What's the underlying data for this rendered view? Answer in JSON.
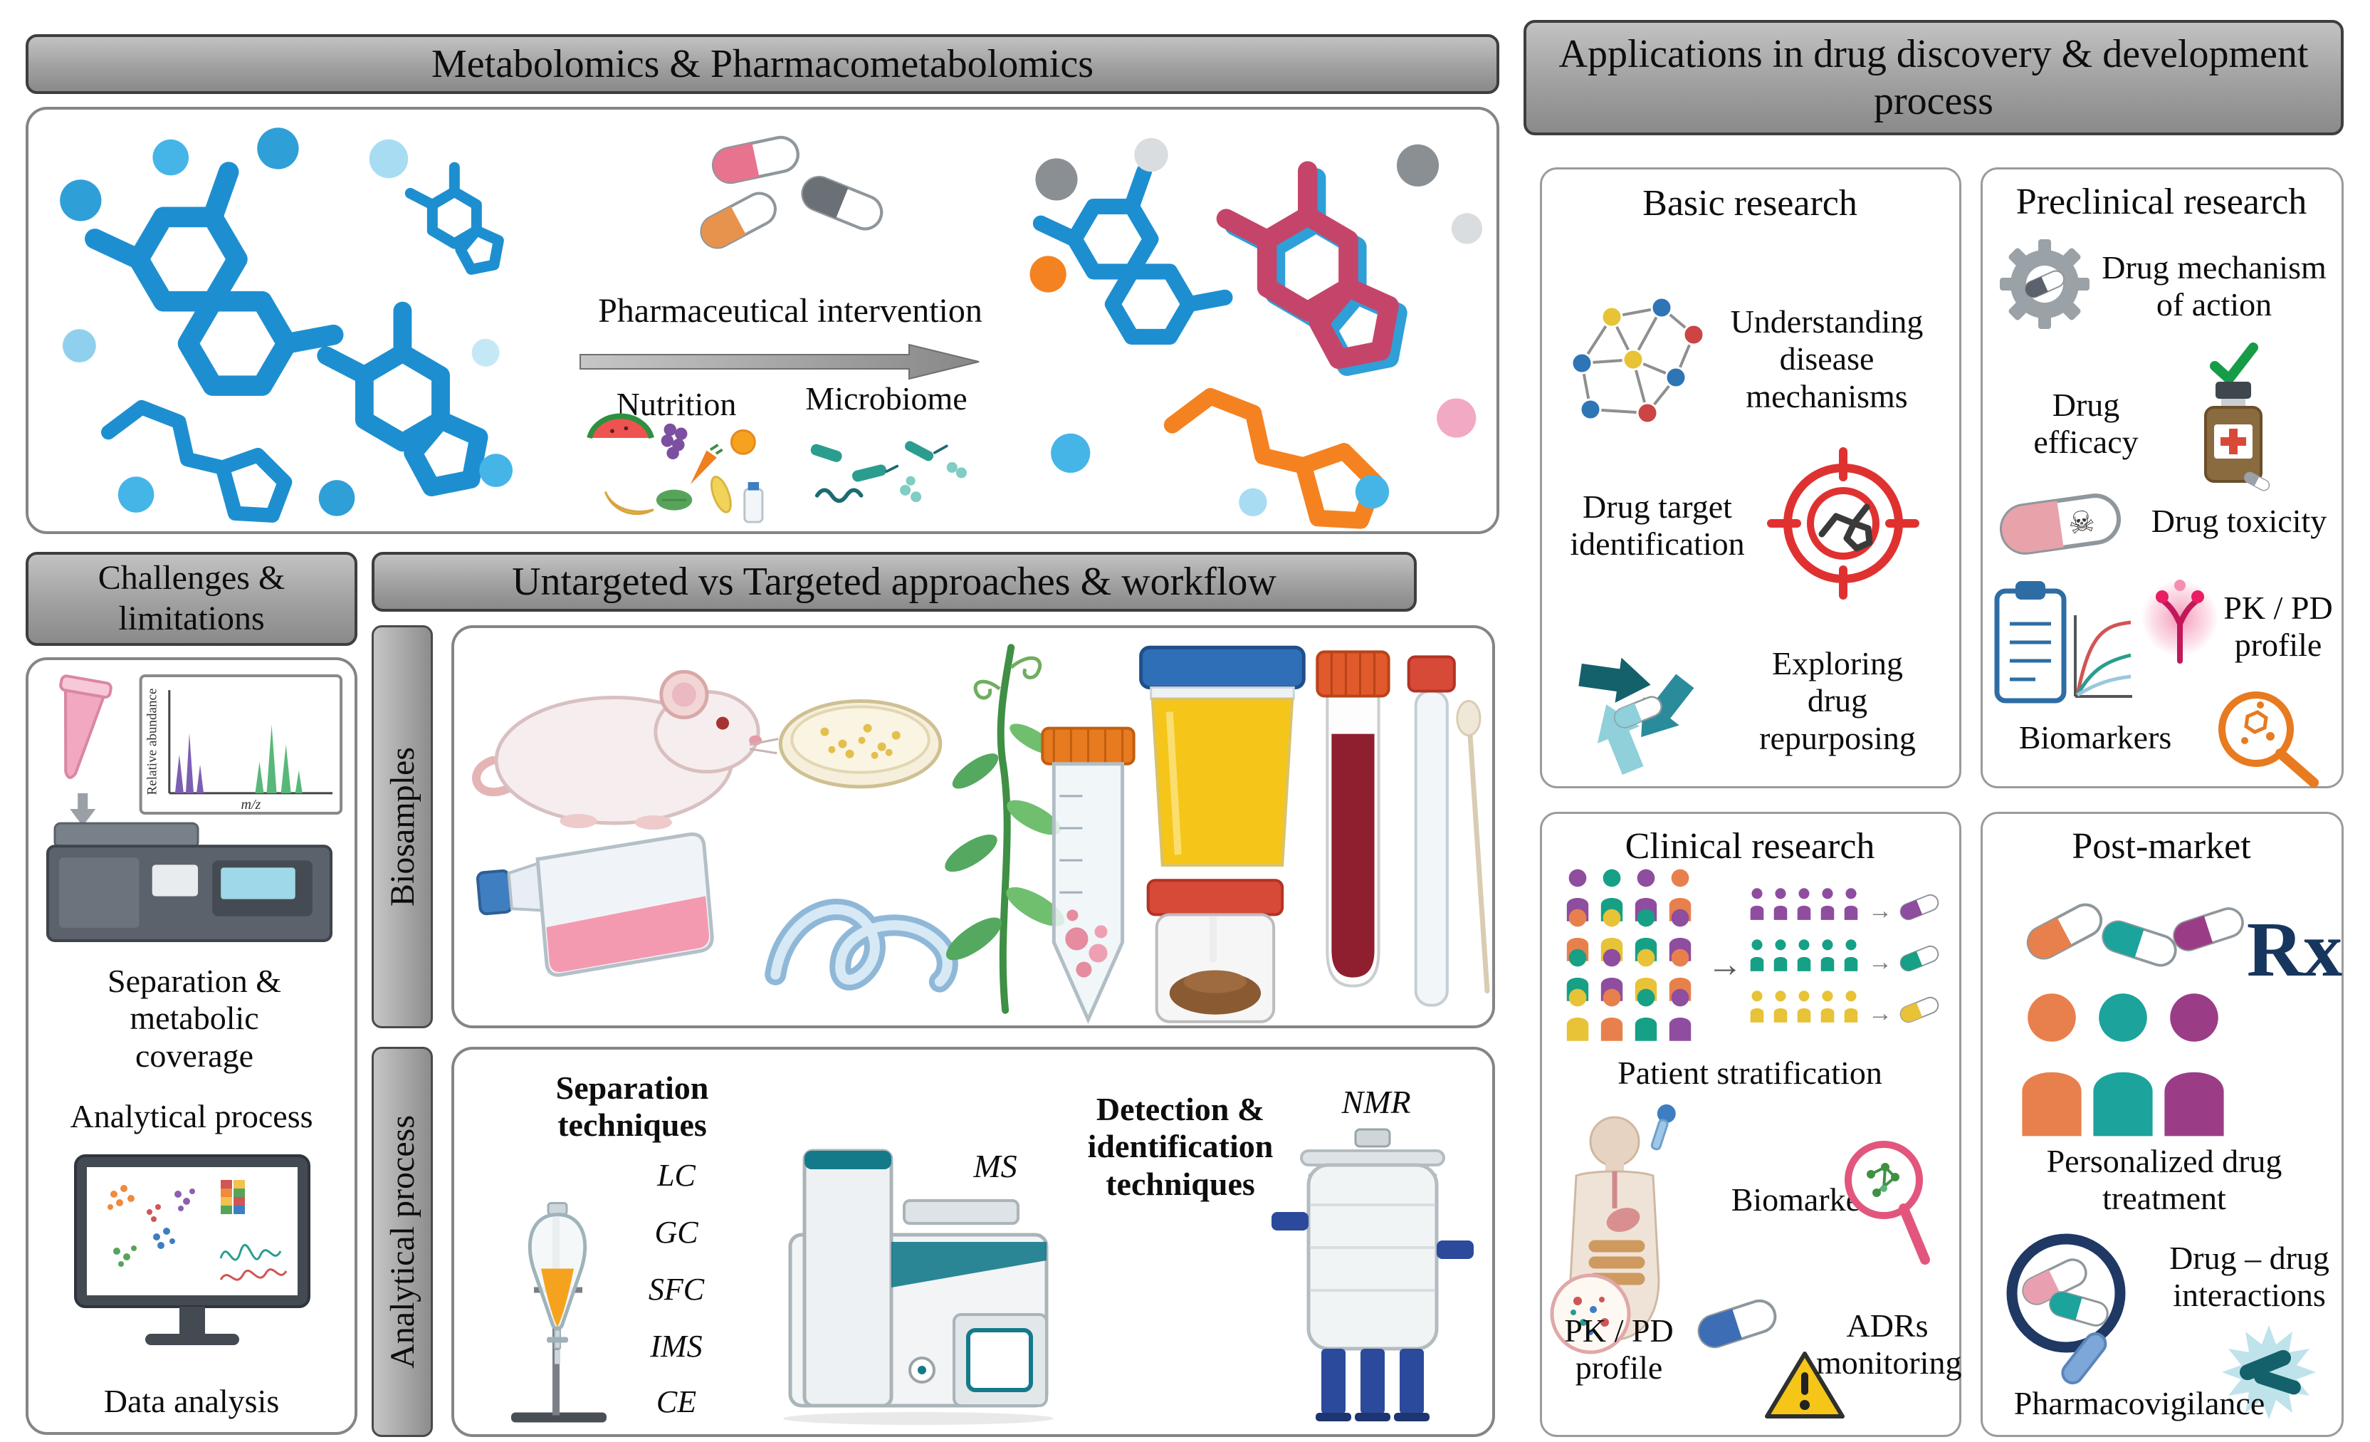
{
  "headers": {
    "metabolomics": "Metabolomics & Pharmacometabolomics",
    "applications": "Applications in drug discovery & development process",
    "challenges": "Challenges & limitations",
    "workflow": "Untargeted vs Targeted approaches & workflow"
  },
  "intro": {
    "intervention": "Pharmaceutical intervention",
    "nutrition": "Nutrition",
    "microbiome": "Microbiome"
  },
  "challenges": {
    "chart_ylabel": "Relative abundance",
    "chart_xlabel": "m/z",
    "separation": "Separation & metabolic coverage",
    "analytical": "Analytical process",
    "data_analysis": "Data analysis"
  },
  "workflow": {
    "biosamples": "Biosamples",
    "analytical": "Analytical process",
    "separation_title": "Separation techniques",
    "separation_items": [
      "LC",
      "GC",
      "SFC",
      "IMS",
      "CE"
    ],
    "ms": "MS",
    "detection_title": "Detection & identification techniques",
    "nmr": "NMR"
  },
  "applications": {
    "basic": {
      "title": "Basic research",
      "item1": "Understanding disease mechanisms",
      "item2": "Drug target identification",
      "item3": "Exploring drug repurposing"
    },
    "preclinical": {
      "title": "Preclinical research",
      "item1": "Drug mechanism of action",
      "item2": "Drug efficacy",
      "item3": "Drug toxicity",
      "item4": "PK / PD profile",
      "item5": "Biomarkers"
    },
    "clinical": {
      "title": "Clinical research",
      "item1": "Patient stratification",
      "item2": "Biomarkers",
      "item3": "PK / PD profile",
      "item4": "ADRs monitoring"
    },
    "postmarket": {
      "title": "Post-market",
      "rx": "Rx",
      "item1": "Personalized drug treatment",
      "item2": "Drug – drug interactions",
      "item3": "Pharmacovigilance"
    }
  },
  "icons": {
    "arrow_right": "→",
    "skull": "☠"
  },
  "colors": {
    "header_gray": "#9e9e9e",
    "panel_border": "#858585",
    "molecule_blue": "#1d8fd1",
    "molecule_red": "#c5456a",
    "molecule_orange": "#f58220",
    "accent_teal": "#16a085",
    "accent_purple": "#8e4d9e",
    "accent_orange": "#e8804d",
    "accent_yellow": "#e8c237",
    "target_red": "#e03131",
    "check_green": "#169c46",
    "warning_yellow": "#f5c518",
    "rx_navy": "#17365d"
  }
}
